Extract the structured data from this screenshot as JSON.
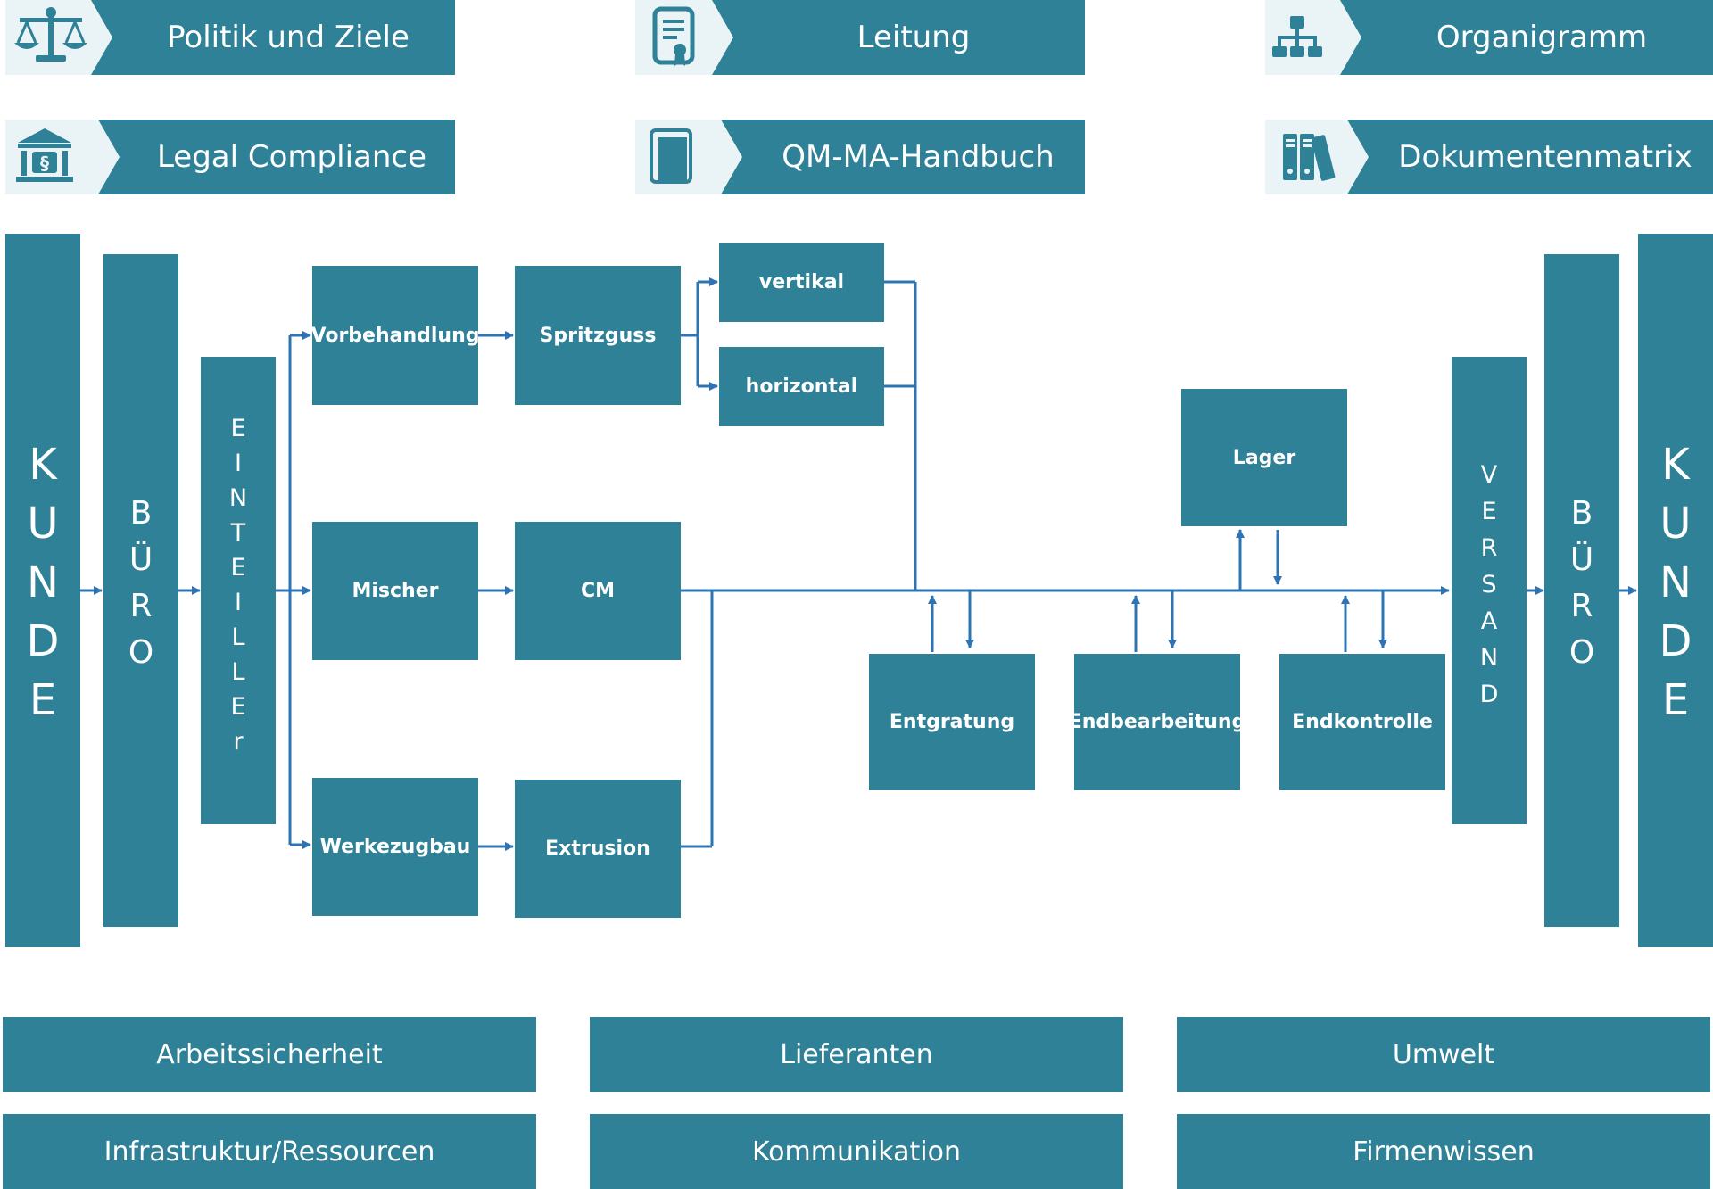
{
  "colors": {
    "accent": "#2f8197",
    "icon_bg": "#eaf3f6",
    "arrow": "#2e74b5"
  },
  "header_tiles": [
    {
      "icon": "scales-icon",
      "label": "Politik und Ziele"
    },
    {
      "icon": "certificate-icon",
      "label": "Leitung"
    },
    {
      "icon": "org-chart-icon",
      "label": "Organigramm"
    },
    {
      "icon": "courthouse-icon",
      "label": "Legal Compliance"
    },
    {
      "icon": "book-icon",
      "label": "QM-MA-Handbuch"
    },
    {
      "icon": "binders-icon",
      "label": "Dokumentenmatrix"
    }
  ],
  "columns": {
    "kunde_left": "KUNDE",
    "buero_left": "BÜRO",
    "einteiller": "EINTEILLEr",
    "versand": "VERSAND",
    "buero_right": "BÜRO",
    "kunde_right": "KUNDE"
  },
  "process": {
    "vorbehandlung": "Vorbehandlung",
    "spritzguss": "Spritzguss",
    "vertikal": "vertikal",
    "horizontal": "horizontal",
    "mischer": "Mischer",
    "cm": "CM",
    "werkezugbau": "Werkezugbau",
    "extrusion": "Extrusion",
    "lager": "Lager",
    "entgratung": "Entgratung",
    "endbearbeitung": "Endbearbeitung",
    "endkontrolle": "Endkontrolle"
  },
  "bottom_tiles": [
    "Arbeitssicherheit",
    "Lieferanten",
    "Umwelt",
    "Infrastruktur/Ressourcen",
    "Kommunikation",
    "Firmenwissen"
  ]
}
